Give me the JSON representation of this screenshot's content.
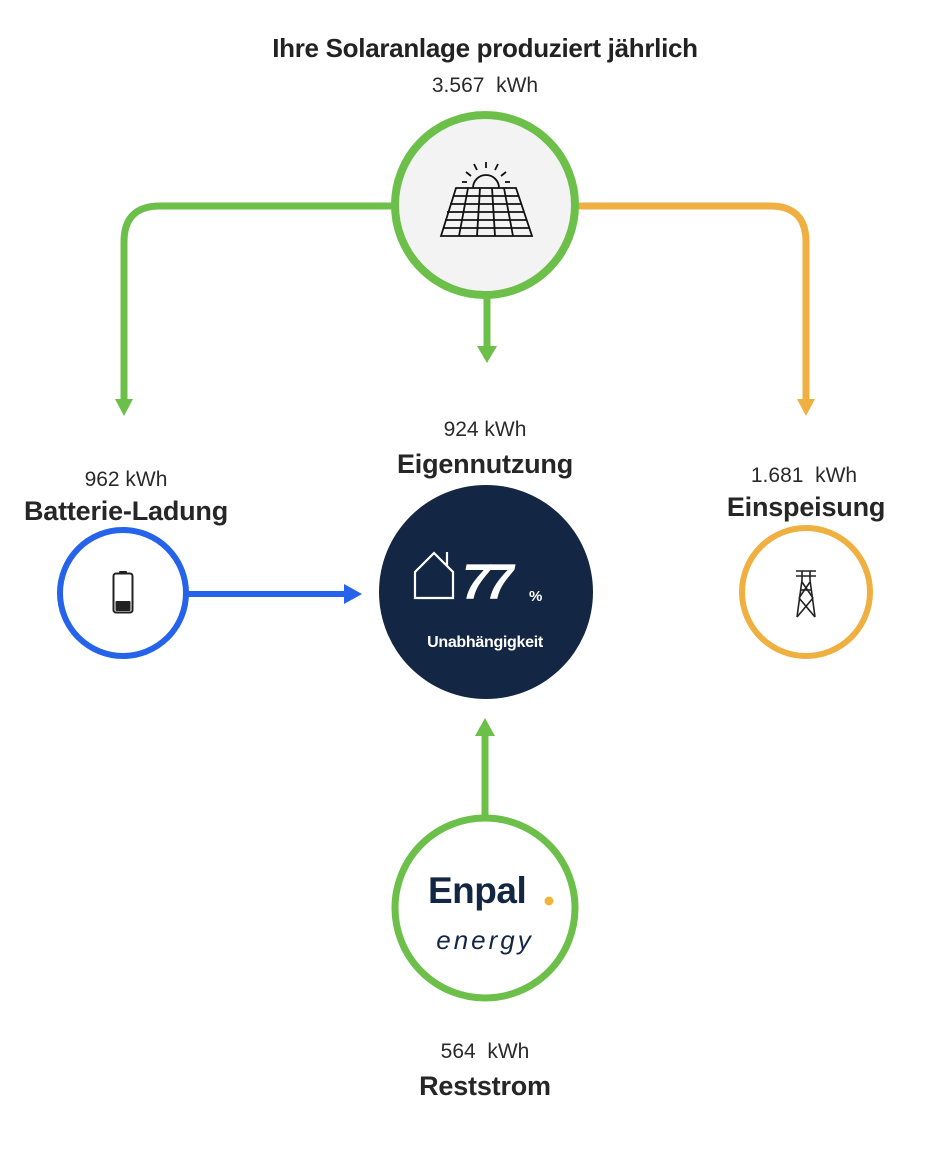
{
  "header": {
    "title": "Ihre Solaranlage produziert jährlich",
    "production_value": "3.567  kWh"
  },
  "nodes": {
    "solar": {
      "icon": "solar-panel-icon",
      "ring_color": "#6cc04a",
      "fill": "#f3f3f3"
    },
    "battery": {
      "value": "962 kWh",
      "label": "Batterie-Ladung",
      "icon": "battery-icon",
      "ring_color": "#2563eb"
    },
    "self_use": {
      "value": "924 kWh",
      "label": "Eigennutzung",
      "icon": "house-icon",
      "percent": "77",
      "percent_sign": "%",
      "caption": "Unabhängigkeit",
      "fill": "#132745"
    },
    "feed_in": {
      "value": "1.681  kWh",
      "label": "Einspeisung",
      "icon": "power-tower-icon",
      "ring_color": "#efb041"
    },
    "grid": {
      "value": "564  kWh",
      "label": "Reststrom",
      "logo_word": "Enpal",
      "logo_dot": ".",
      "logo_sub": "energy",
      "ring_color": "#6cc04a",
      "logo_color": "#132745",
      "dot_color": "#f2b53c"
    }
  },
  "colors": {
    "green": "#6cc04a",
    "orange": "#efb041",
    "blue": "#2563eb",
    "navy": "#132745"
  }
}
